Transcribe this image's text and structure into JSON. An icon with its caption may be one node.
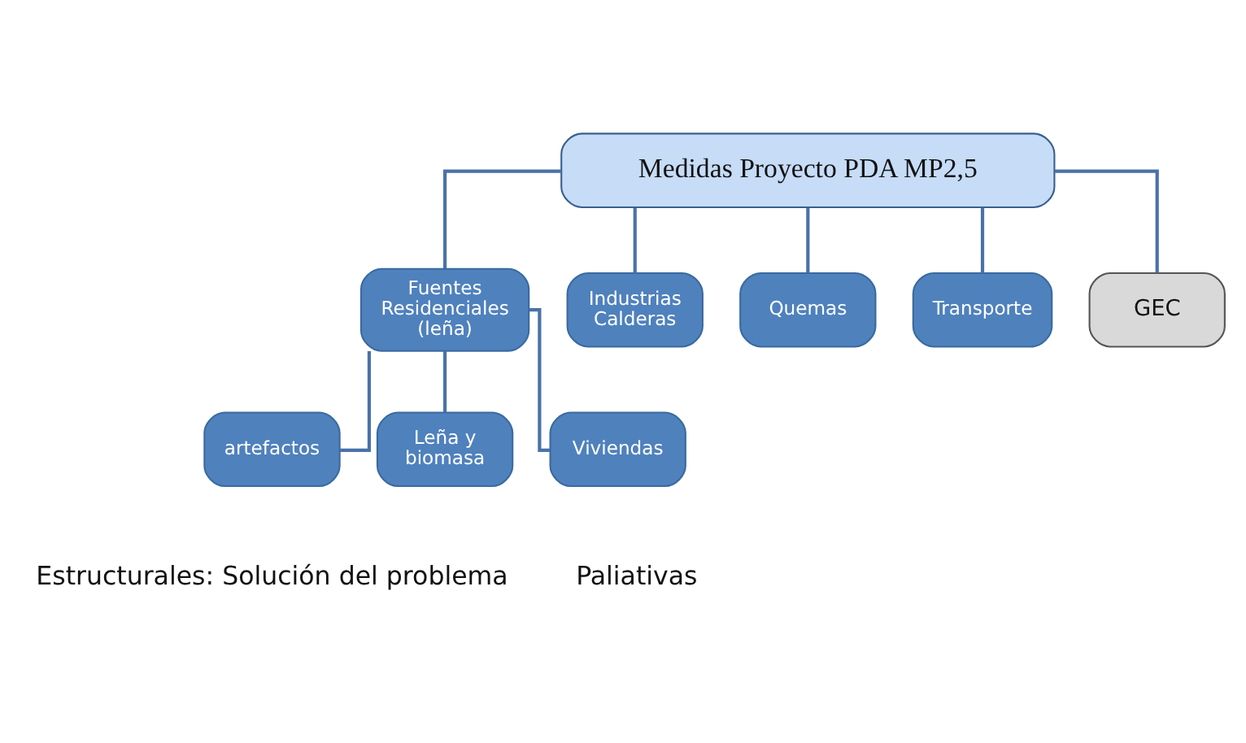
{
  "diagram": {
    "nodes": [
      {
        "text": [
          "Medidas Proyecto PDA MP2,5"
        ]
      },
      {
        "text": [
          "Fuentes Residenciales (leña)"
        ]
      },
      {
        "text": [
          "Industrias Calderas"
        ]
      },
      {
        "text": [
          "Quemas"
        ]
      },
      {
        "text": [
          "Transporte"
        ]
      },
      {
        "text": [
          "GEC"
        ]
      },
      {
        "text": [
          "artefactos"
        ]
      },
      {
        "text": [
          "Leña y biomasa"
        ]
      },
      {
        "text": [
          "Viviendas"
        ]
      }
    ],
    "edges": [
      {
        "from": 0,
        "to": 1,
        "arrow": "none"
      },
      {
        "from": 0,
        "to": 2,
        "arrow": "none"
      },
      {
        "from": 0,
        "to": 3,
        "arrow": "none"
      },
      {
        "from": 0,
        "to": 4,
        "arrow": "none"
      },
      {
        "from": 0,
        "to": 5,
        "arrow": "none"
      },
      {
        "from": 1,
        "to": 6,
        "arrow": "none"
      },
      {
        "from": 1,
        "to": 7,
        "arrow": "none"
      },
      {
        "from": 1,
        "to": 8,
        "arrow": "none"
      }
    ],
    "labels": [
      "Estructurales: Solución del problema",
      "Paliativas"
    ]
  }
}
